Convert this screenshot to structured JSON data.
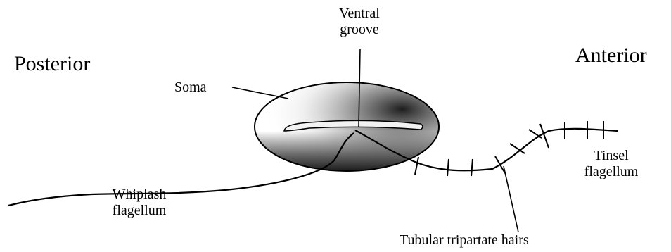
{
  "labels": {
    "posterior": "Posterior",
    "anterior": "Anterior",
    "soma": "Soma",
    "ventral_groove_line1": "Ventral",
    "ventral_groove_line2": "groove",
    "whiplash_line1": "Whiplash",
    "whiplash_line2": "flagellum",
    "tinsel_line1": "Tinsel",
    "tinsel_line2": "flagellum",
    "hairs": "Tubular tripartate hairs"
  },
  "colors": {
    "ink": "#000000",
    "background": "#ffffff",
    "groove_fill": "#f2f2f2"
  }
}
